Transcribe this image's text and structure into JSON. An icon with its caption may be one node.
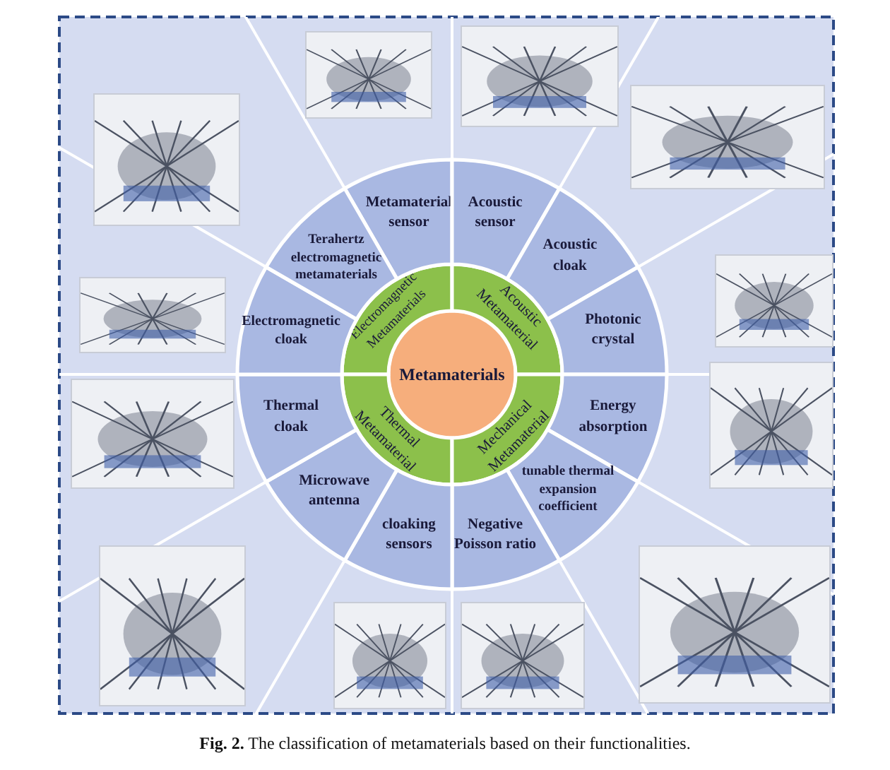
{
  "diagram": {
    "caption": "**Fig. 2.** The classification of metamaterials based on their functionalities.",
    "nodes": [
      {
        "text": [
          "Metamaterials"
        ]
      },
      {
        "text": [
          "Electromagnetic Metamaterials"
        ]
      },
      {
        "text": [
          "Acoustic Metamaterial"
        ]
      },
      {
        "text": [
          "Thermal Metamaterial"
        ]
      },
      {
        "text": [
          "Mechanical Metamaterial"
        ]
      },
      {
        "text": [
          "Metamaterial sensor"
        ]
      },
      {
        "text": [
          "Acoustic sensor"
        ]
      },
      {
        "text": [
          "Acoustic cloak"
        ]
      },
      {
        "text": [
          "Photonic crystal"
        ]
      },
      {
        "text": [
          "Energy absorption"
        ]
      },
      {
        "text": [
          "tunable thermal expansion coefficient"
        ]
      },
      {
        "text": [
          "Negative Poisson ratio"
        ]
      },
      {
        "text": [
          "cloaking sensors"
        ]
      },
      {
        "text": [
          "Microwave antenna"
        ]
      },
      {
        "text": [
          "Thermal cloak"
        ]
      },
      {
        "text": [
          "Electromagnetic cloak"
        ]
      },
      {
        "text": [
          "Terahertz electromagnetic metamaterials"
        ]
      },
      {
        "text": [],
        "shape": "picture"
      },
      {
        "text": [],
        "shape": "picture"
      },
      {
        "text": [],
        "shape": "picture"
      },
      {
        "text": [],
        "shape": "picture"
      },
      {
        "text": [],
        "shape": "picture"
      },
      {
        "text": [],
        "shape": "picture"
      },
      {
        "text": [],
        "shape": "picture"
      },
      {
        "text": [],
        "shape": "picture"
      },
      {
        "text": [],
        "shape": "picture"
      },
      {
        "text": [],
        "shape": "picture"
      },
      {
        "text": [],
        "shape": "picture"
      },
      {
        "text": [],
        "shape": "picture"
      }
    ]
  }
}
